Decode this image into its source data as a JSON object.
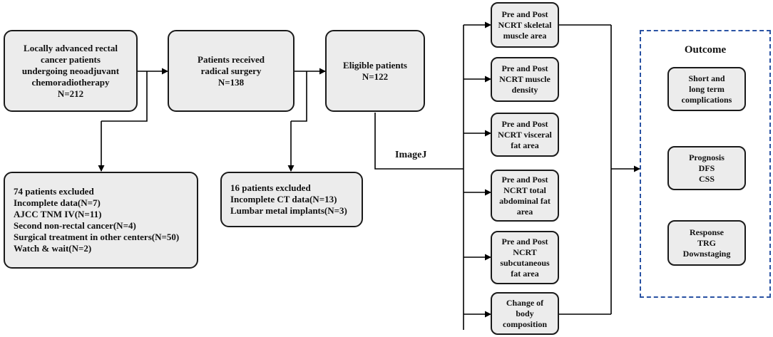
{
  "colors": {
    "box_fill": "#ececec",
    "box_border": "#1a1a1a",
    "line": "#000000",
    "outcome_frame": "#2952a3"
  },
  "boxes": {
    "initial": [
      "Locally advanced rectal",
      "cancer patients",
      "undergoing neoadjuvant",
      "chemoradiotherapy",
      "N=212"
    ],
    "surgery": [
      "Patients received",
      "radical surgery",
      "N=138"
    ],
    "eligible": [
      "Eligible patients",
      "N=122"
    ],
    "excluded_74": [
      "74 patients excluded",
      "Incomplete data(N=7)",
      "AJCC TNM IV(N=11)",
      "Second non-rectal cancer(N=4)",
      "Surgical treatment in other centers(N=50)",
      "Watch & wait(N=2)"
    ],
    "excluded_16": [
      "16 patients excluded",
      "Incomplete CT data(N=13)",
      "Lumbar metal implants(N=3)"
    ]
  },
  "tool_label": "ImageJ",
  "measures": [
    [
      "Pre and Post",
      "NCRT skeletal",
      "muscle area"
    ],
    [
      "Pre and Post",
      "NCRT muscle",
      "density"
    ],
    [
      "Pre and Post",
      "NCRT visceral",
      "fat area"
    ],
    [
      "Pre and Post",
      "NCRT total",
      "abdominal fat",
      "area"
    ],
    [
      "Pre and Post",
      "NCRT",
      "subcutaneous",
      "fat area"
    ],
    [
      "Change of",
      "body",
      "composition"
    ]
  ],
  "outcome": {
    "title": "Outcome",
    "items": [
      [
        "Short and",
        "long term",
        "complications"
      ],
      [
        "Prognosis",
        "DFS",
        "CSS"
      ],
      [
        "Response",
        "TRG",
        "Downstaging"
      ]
    ]
  }
}
